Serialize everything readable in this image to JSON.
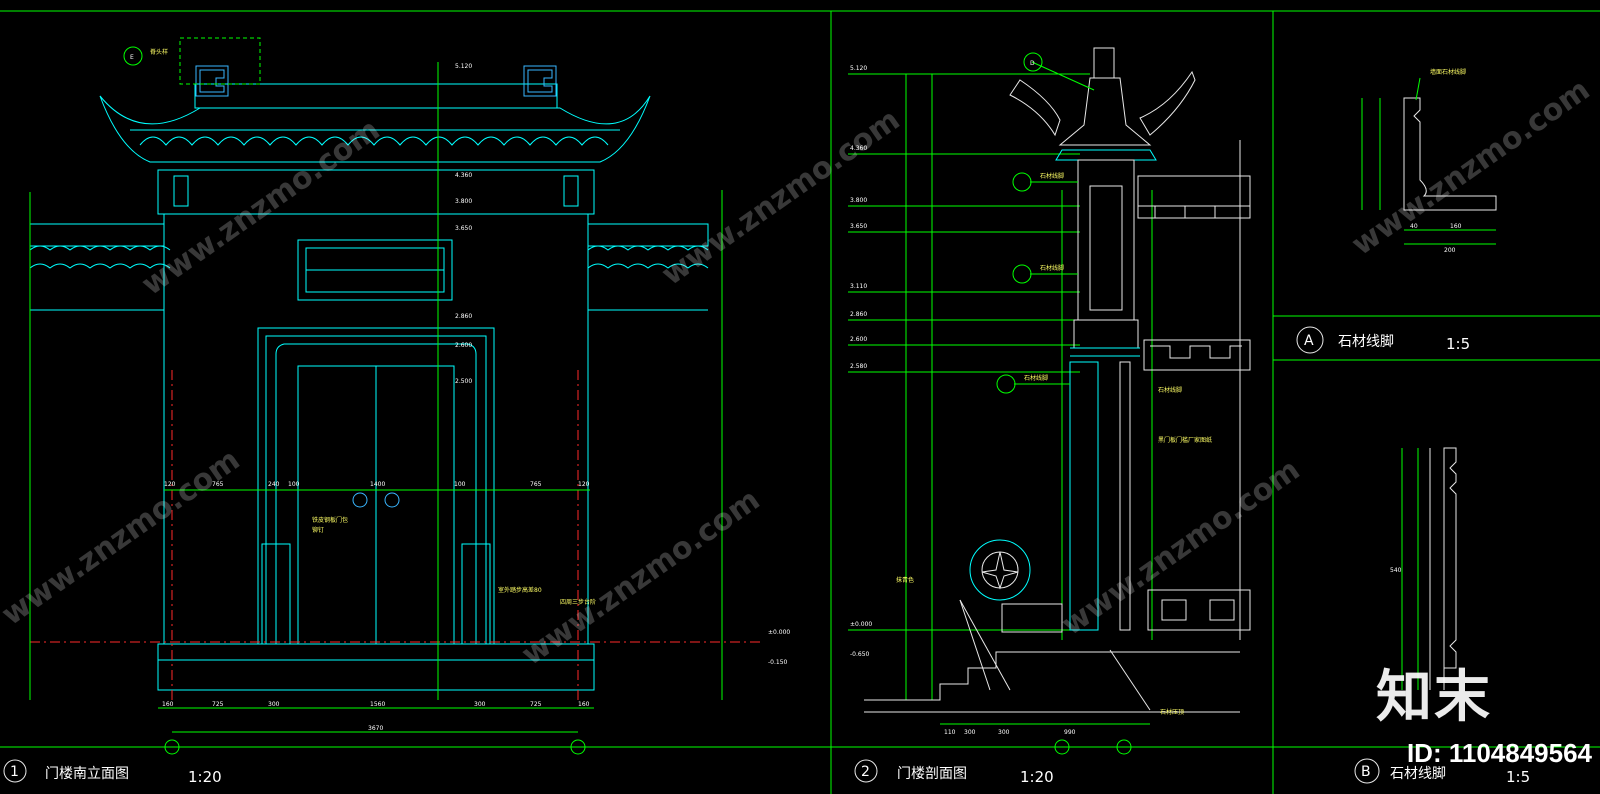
{
  "panels": {
    "elevation": {
      "num": "1",
      "title": "门楼南立面图",
      "scale": "1:20"
    },
    "section": {
      "num": "2",
      "title": "门楼剖面图",
      "scale": "1:20"
    },
    "detailA": {
      "num": "A",
      "title": "石材线脚",
      "scale": "1:5"
    },
    "detailB": {
      "num": "B",
      "title": "石材线脚",
      "scale": "1:5"
    }
  },
  "elevation_notes": {
    "e_tag": "E",
    "ridge_note": "脊头样",
    "door_note1": "铁皮钢板门包",
    "door_note2": "铆钉",
    "step_note1": "室外踏步高差80",
    "step_note2": "四周三步台阶"
  },
  "section_notes": {
    "d_tag": "D",
    "c_note": "石材线脚",
    "b_note": "石材线脚",
    "a_note": "石材线脚",
    "right_note1": "石材线脚",
    "right_note2": "黑门板门槛厂家图纸",
    "bottom_note": "石材压顶",
    "left_note": "抹青色"
  },
  "elevation_levels": [
    "5.120",
    "4.360",
    "3.800",
    "3.650",
    "2.860",
    "2.600",
    "2.500",
    "±0.000",
    "-0.150"
  ],
  "section_levels": [
    "5.120",
    "4.360",
    "3.800",
    "3.650",
    "3.110",
    "2.860",
    "2.600",
    "2.580",
    "±0.000",
    "-0.650"
  ],
  "elevation_bottom_dims": [
    "160",
    "725",
    "300",
    "1560",
    "300",
    "725",
    "160"
  ],
  "elevation_total": "3670",
  "elevation_mid_dims": [
    "120",
    "765",
    "240",
    "100",
    "1400",
    "100",
    "765",
    "120"
  ],
  "section_bottom_dims": [
    "110",
    "300",
    "300",
    "990"
  ],
  "detailA_dims": [
    "40",
    "160",
    "200"
  ],
  "detailA_label": "墙面石材线脚",
  "detailB_dim": "540",
  "watermark": "www.znzmo.com",
  "brand": "知末",
  "id_label": "ID: 1104849564"
}
